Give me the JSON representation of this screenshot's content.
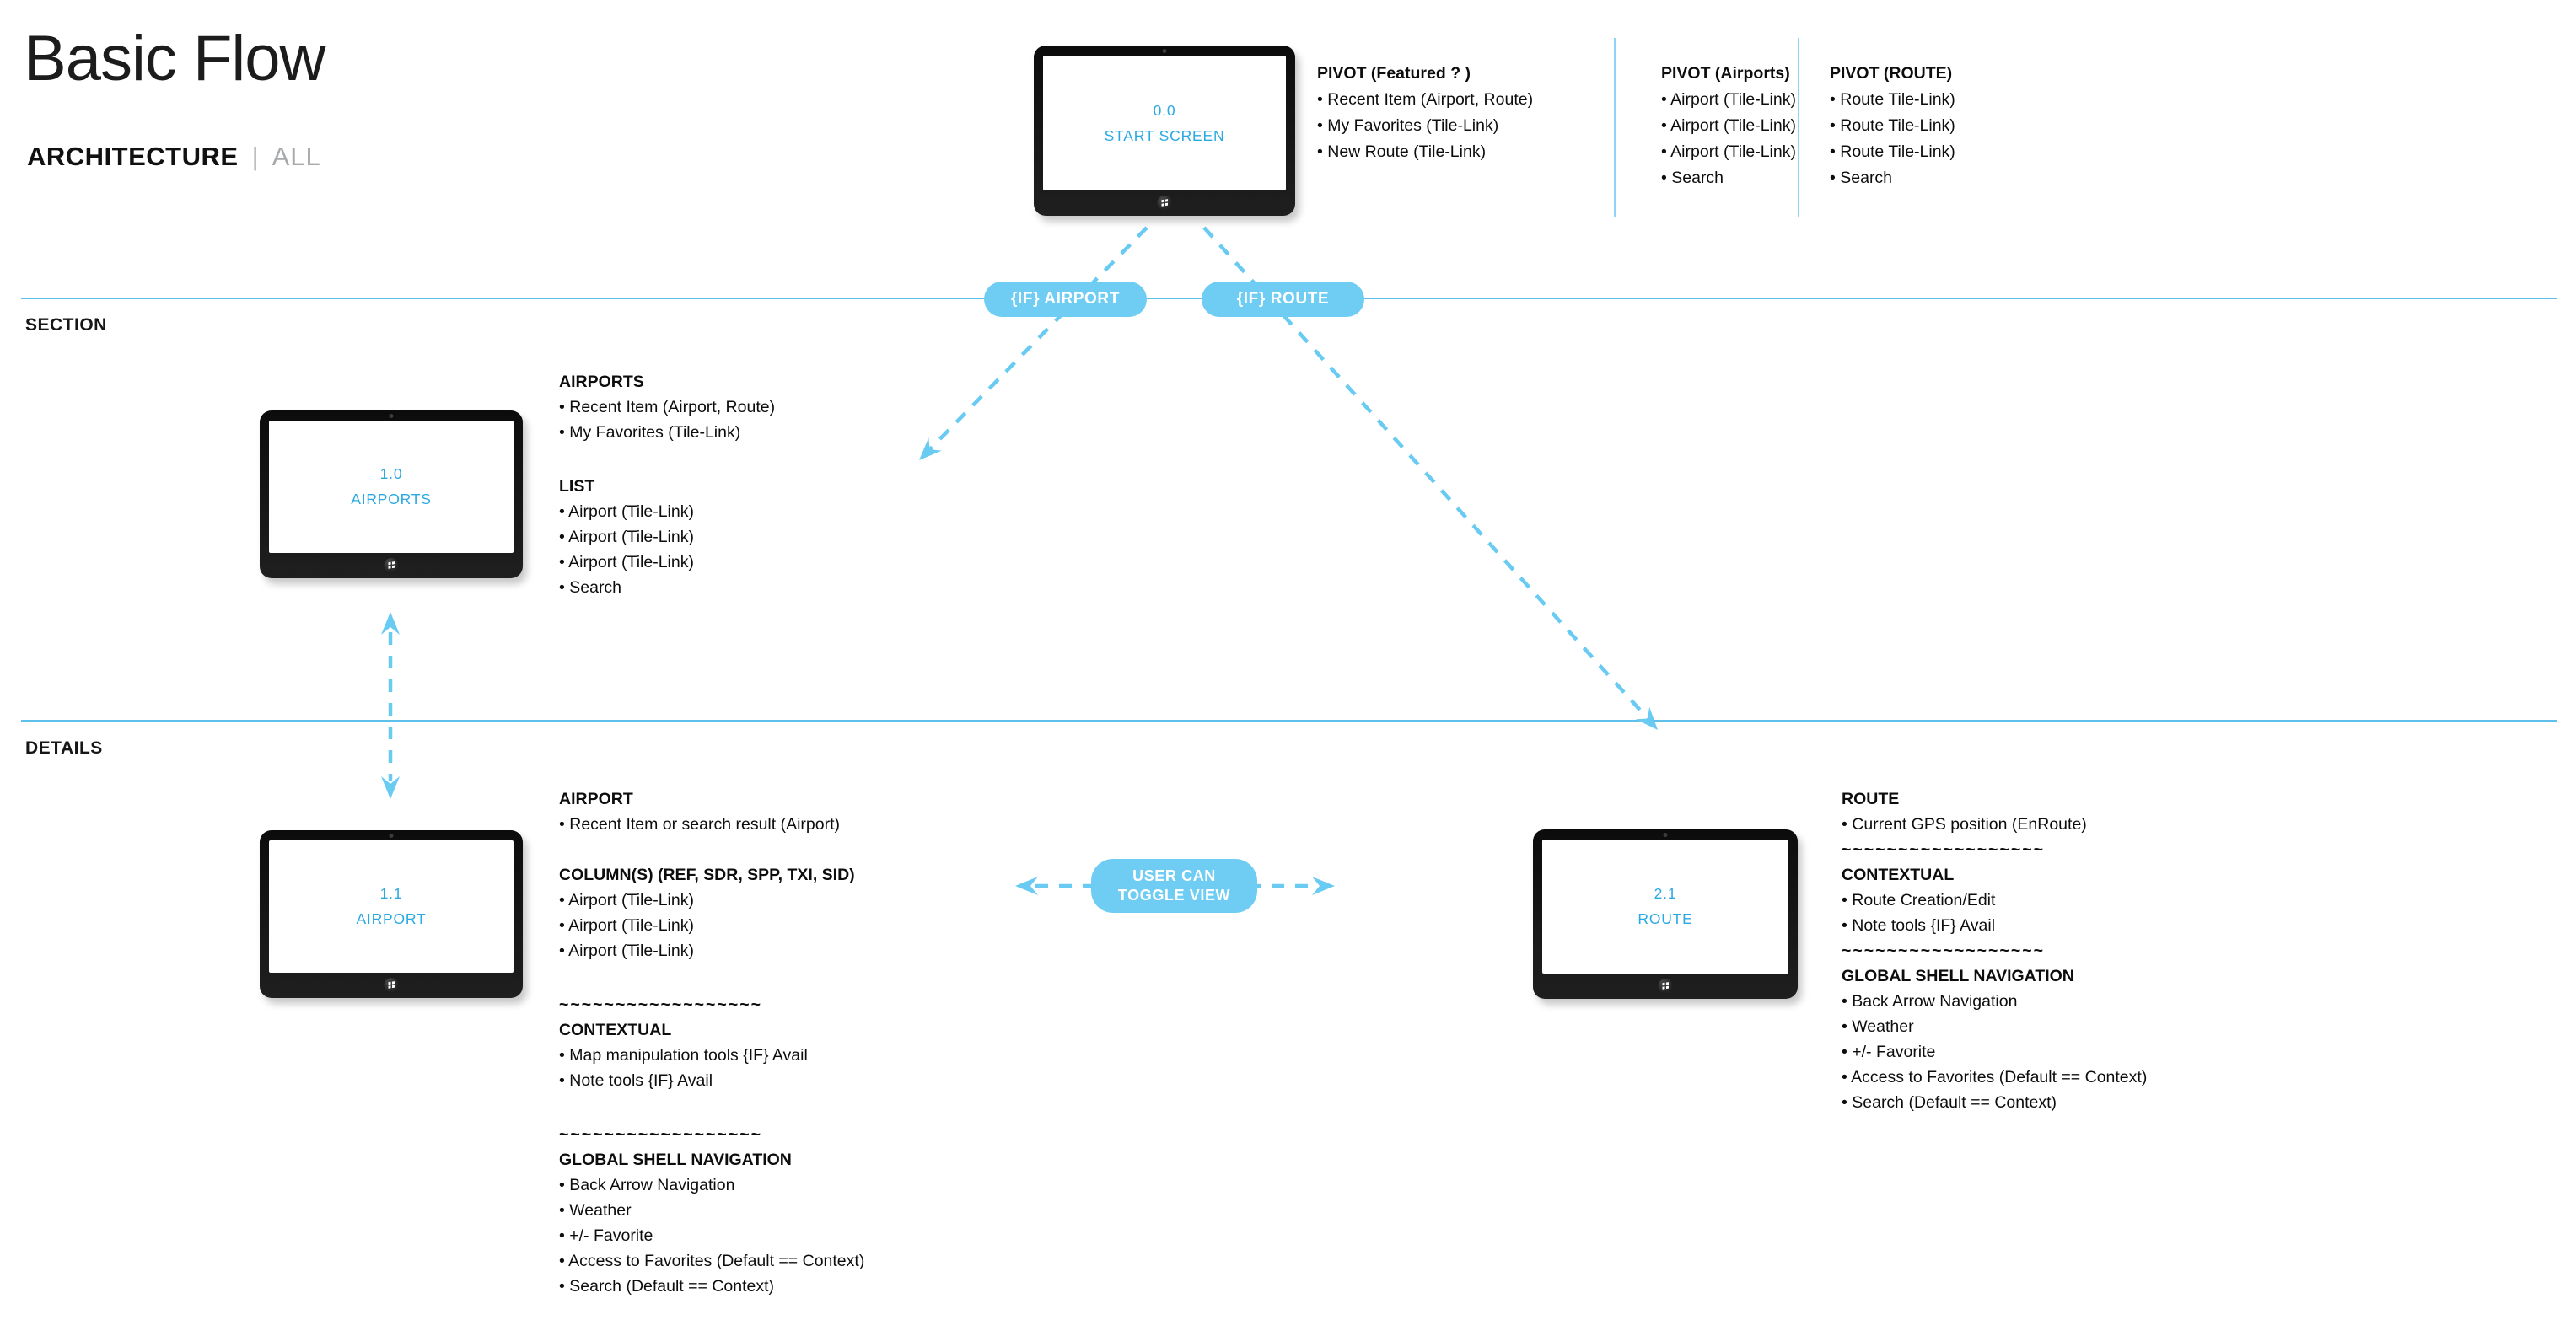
{
  "page": {
    "title": "Basic Flow",
    "tabs": [
      {
        "label": "ARCHITECTURE",
        "active": true
      },
      {
        "label": "ALL",
        "active": false
      }
    ],
    "separator": "|"
  },
  "colors": {
    "accent_blue": "#6fcdf4",
    "arrow_blue": "#69cbf2",
    "line_blue": "#5fc0ec",
    "divider_blue": "#8fd4f4",
    "screen_label_blue": "#29a9e1",
    "muted_gray": "#a7a9ac",
    "text_black": "#111111"
  },
  "bands": {
    "section_label": "SECTION",
    "details_label": "DETAILS"
  },
  "devices": {
    "start": {
      "number": "0.0",
      "name": "START SCREEN"
    },
    "airports": {
      "number": "1.0",
      "name": "AIRPORTS"
    },
    "airport": {
      "number": "1.1",
      "name": "AIRPORT"
    },
    "route": {
      "number": "2.1",
      "name": "ROUTE"
    }
  },
  "badges": {
    "if_airport": "{IF} AIRPORT",
    "if_route": "{IF} ROUTE",
    "toggle_line1": "USER CAN",
    "toggle_line2": "TOGGLE VIEW"
  },
  "lists": {
    "pivot_featured": [
      {
        "heading": "PIVOT (Featured ? )",
        "items": [
          "Recent Item (Airport, Route)",
          "My Favorites (Tile-Link)",
          "New Route (Tile-Link)"
        ]
      }
    ],
    "pivot_airports": [
      {
        "heading": "PIVOT (Airports)",
        "items": [
          "Airport (Tile-Link)",
          "Airport (Tile-Link)",
          "Airport (Tile-Link)",
          "Search"
        ]
      }
    ],
    "pivot_route": [
      {
        "heading": "PIVOT (ROUTE)",
        "items": [
          "Route Tile-Link)",
          "Route Tile-Link)",
          "Route Tile-Link)",
          "Search"
        ]
      }
    ],
    "airports_section": [
      {
        "heading": "AIRPORTS",
        "items": [
          "Recent Item (Airport, Route)",
          "My Favorites (Tile-Link)"
        ]
      },
      {
        "heading": "LIST",
        "items": [
          "Airport (Tile-Link)",
          "Airport (Tile-Link)",
          "Airport (Tile-Link)",
          "Search"
        ]
      }
    ],
    "airport_details": [
      {
        "heading": "AIRPORT",
        "items": [
          "Recent Item or search result (Airport)"
        ]
      },
      {
        "heading": "COLUMN(S) (REF, SDR, SPP, TXI, SID)",
        "items": [
          "Airport (Tile-Link)",
          "Airport (Tile-Link)",
          "Airport (Tile-Link)"
        ]
      },
      {
        "divider": "~~~~~~~~~~~~~~~~~~"
      },
      {
        "heading": "CONTEXTUAL",
        "items": [
          "Map manipulation tools {IF} Avail",
          "Note tools {IF} Avail"
        ]
      },
      {
        "divider": "~~~~~~~~~~~~~~~~~~"
      },
      {
        "heading": "GLOBAL SHELL NAVIGATION",
        "items": [
          "Back Arrow Navigation",
          "Weather",
          "+/- Favorite",
          "Access to Favorites (Default == Context)",
          "Search (Default == Context)"
        ]
      }
    ],
    "route_details": [
      {
        "heading": "ROUTE",
        "items": [
          "Current GPS position (EnRoute)"
        ]
      },
      {
        "divider": "~~~~~~~~~~~~~~~~~~"
      },
      {
        "heading": "CONTEXTUAL",
        "items": [
          "Route Creation/Edit",
          "Note tools {IF} Avail"
        ]
      },
      {
        "divider": "~~~~~~~~~~~~~~~~~~"
      },
      {
        "heading": "GLOBAL SHELL NAVIGATION",
        "items": [
          "Back Arrow Navigation",
          "Weather",
          "+/- Favorite",
          "Access to Favorites (Default == Context)",
          "Search (Default == Context)"
        ]
      }
    ]
  }
}
